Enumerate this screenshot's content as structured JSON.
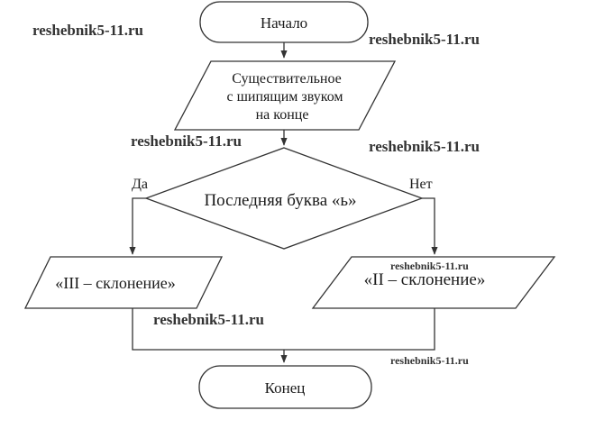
{
  "diagram": {
    "start": "Начало",
    "input_line1": "Существительное",
    "input_line2": "с шипящим звуком",
    "input_line3": "на конце",
    "decision": "Последняя буква «ь»",
    "yes_label": "Да",
    "no_label": "Нет",
    "yes_output": "«III – склонение»",
    "no_output": "«II – склонение»",
    "end": "Конец"
  },
  "watermarks": {
    "w1": "reshebnik5-11.ru",
    "w2": "reshebnik5-11.ru",
    "w3": "reshebnik5-11.ru",
    "w4": "reshebnik5-11.ru",
    "w5": "reshebnik5-11.ru",
    "w6": "reshebnik5-11.ru",
    "w7": "reshebnik5-11.ru"
  },
  "colors": {
    "line": "#333333",
    "text": "#1a1a1a",
    "watermark": "#333333"
  }
}
